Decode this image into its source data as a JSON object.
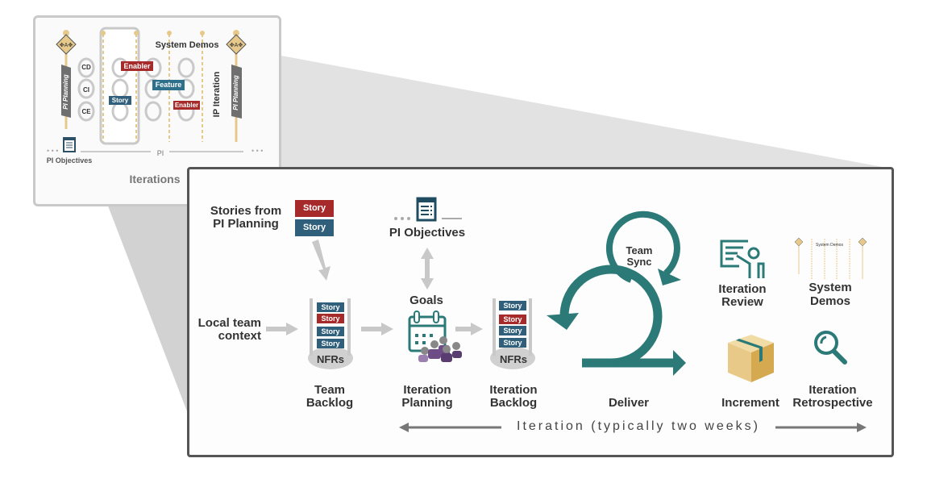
{
  "colors": {
    "story_red": "#a72a2a",
    "story_blue": "#2f5f7a",
    "teal": "#2c7a78",
    "enabler_red": "#a72a2a",
    "feature_blue": "#2e6f8c",
    "gray_arrow": "#c8c8c8",
    "panel_border": "#555555",
    "inset_border": "#c9c9c9",
    "box_tan": "#e8c987"
  },
  "inset": {
    "system_demos": "System Demos",
    "ip_iteration": "IP Iteration",
    "pi_planning_left": "PI Planning",
    "pi_planning_right": "PI Planning",
    "cd": "CD",
    "ci": "CI",
    "ce": "CE",
    "enabler_top": "Enabler",
    "feature": "Feature",
    "story": "Story",
    "enabler_bottom": "Enabler",
    "pi": "PI",
    "pi_objectives": "PI Objectives",
    "iterations": "Iterations"
  },
  "main": {
    "stories_from_pi_planning": [
      "Stories from",
      "PI Planning"
    ],
    "story_stack_top": [
      "Story",
      "Story"
    ],
    "pi_objectives": "PI Objectives",
    "goals": "Goals",
    "local_team_context": [
      "Local team",
      "context"
    ],
    "team_backlog": {
      "stories": [
        "Story",
        "Story",
        "Story",
        "Story"
      ],
      "nfrs": "NFRs",
      "label": [
        "Team",
        "Backlog"
      ]
    },
    "iteration_planning": [
      "Iteration",
      "Planning"
    ],
    "iteration_backlog": {
      "stories": [
        "Story",
        "Story",
        "Story",
        "Story"
      ],
      "nfrs": "NFRs",
      "label": [
        "Iteration",
        "Backlog"
      ]
    },
    "team_sync": [
      "Team",
      "Sync"
    ],
    "deliver": "Deliver",
    "iteration_review": [
      "Iteration",
      "Review"
    ],
    "system_demos": [
      "System",
      "Demos"
    ],
    "mini_system_demos": "System Demos",
    "increment": "Increment",
    "iteration_retrospective": [
      "Iteration",
      "Retrospective"
    ],
    "iteration_caption": "Iteration (typically two weeks)"
  }
}
